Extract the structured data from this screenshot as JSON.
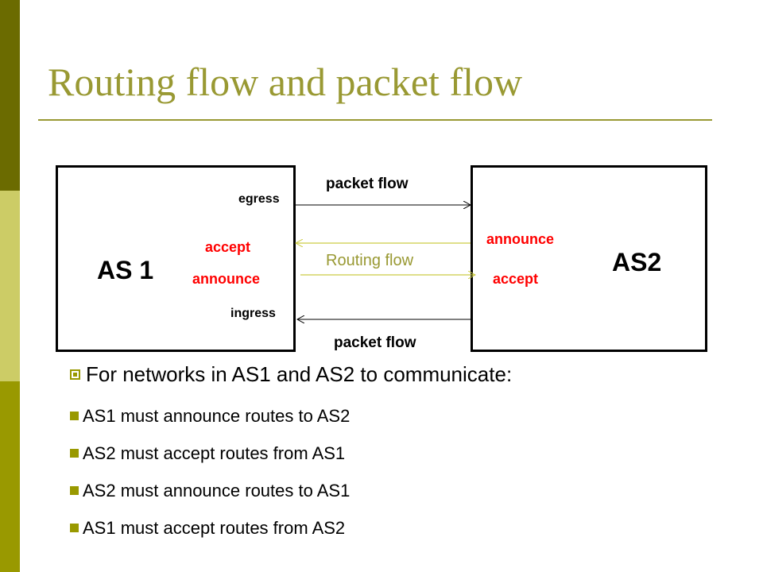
{
  "title": "Routing flow and packet flow",
  "diagram": {
    "as1": {
      "name": "AS 1",
      "egress": "egress",
      "ingress": "ingress",
      "accept": "accept",
      "announce": "announce"
    },
    "as2": {
      "name": "AS2",
      "announce": "announce",
      "accept": "accept"
    },
    "packet_flow_top": "packet flow",
    "packet_flow_bottom": "packet flow",
    "routing_flow": "Routing flow"
  },
  "bullets": {
    "heading": "For networks in AS1 and AS2 to communicate:",
    "items": [
      "AS1 must announce routes to AS2",
      "AS2 must accept routes from AS1",
      "AS2 must announce routes to AS1",
      "AS1 must accept routes from AS2"
    ]
  },
  "colors": {
    "accent": "#999933",
    "highlight": "#ff0000",
    "band_dark": "#6b6b00",
    "band_light": "#cccc66",
    "band_mid": "#999900"
  }
}
